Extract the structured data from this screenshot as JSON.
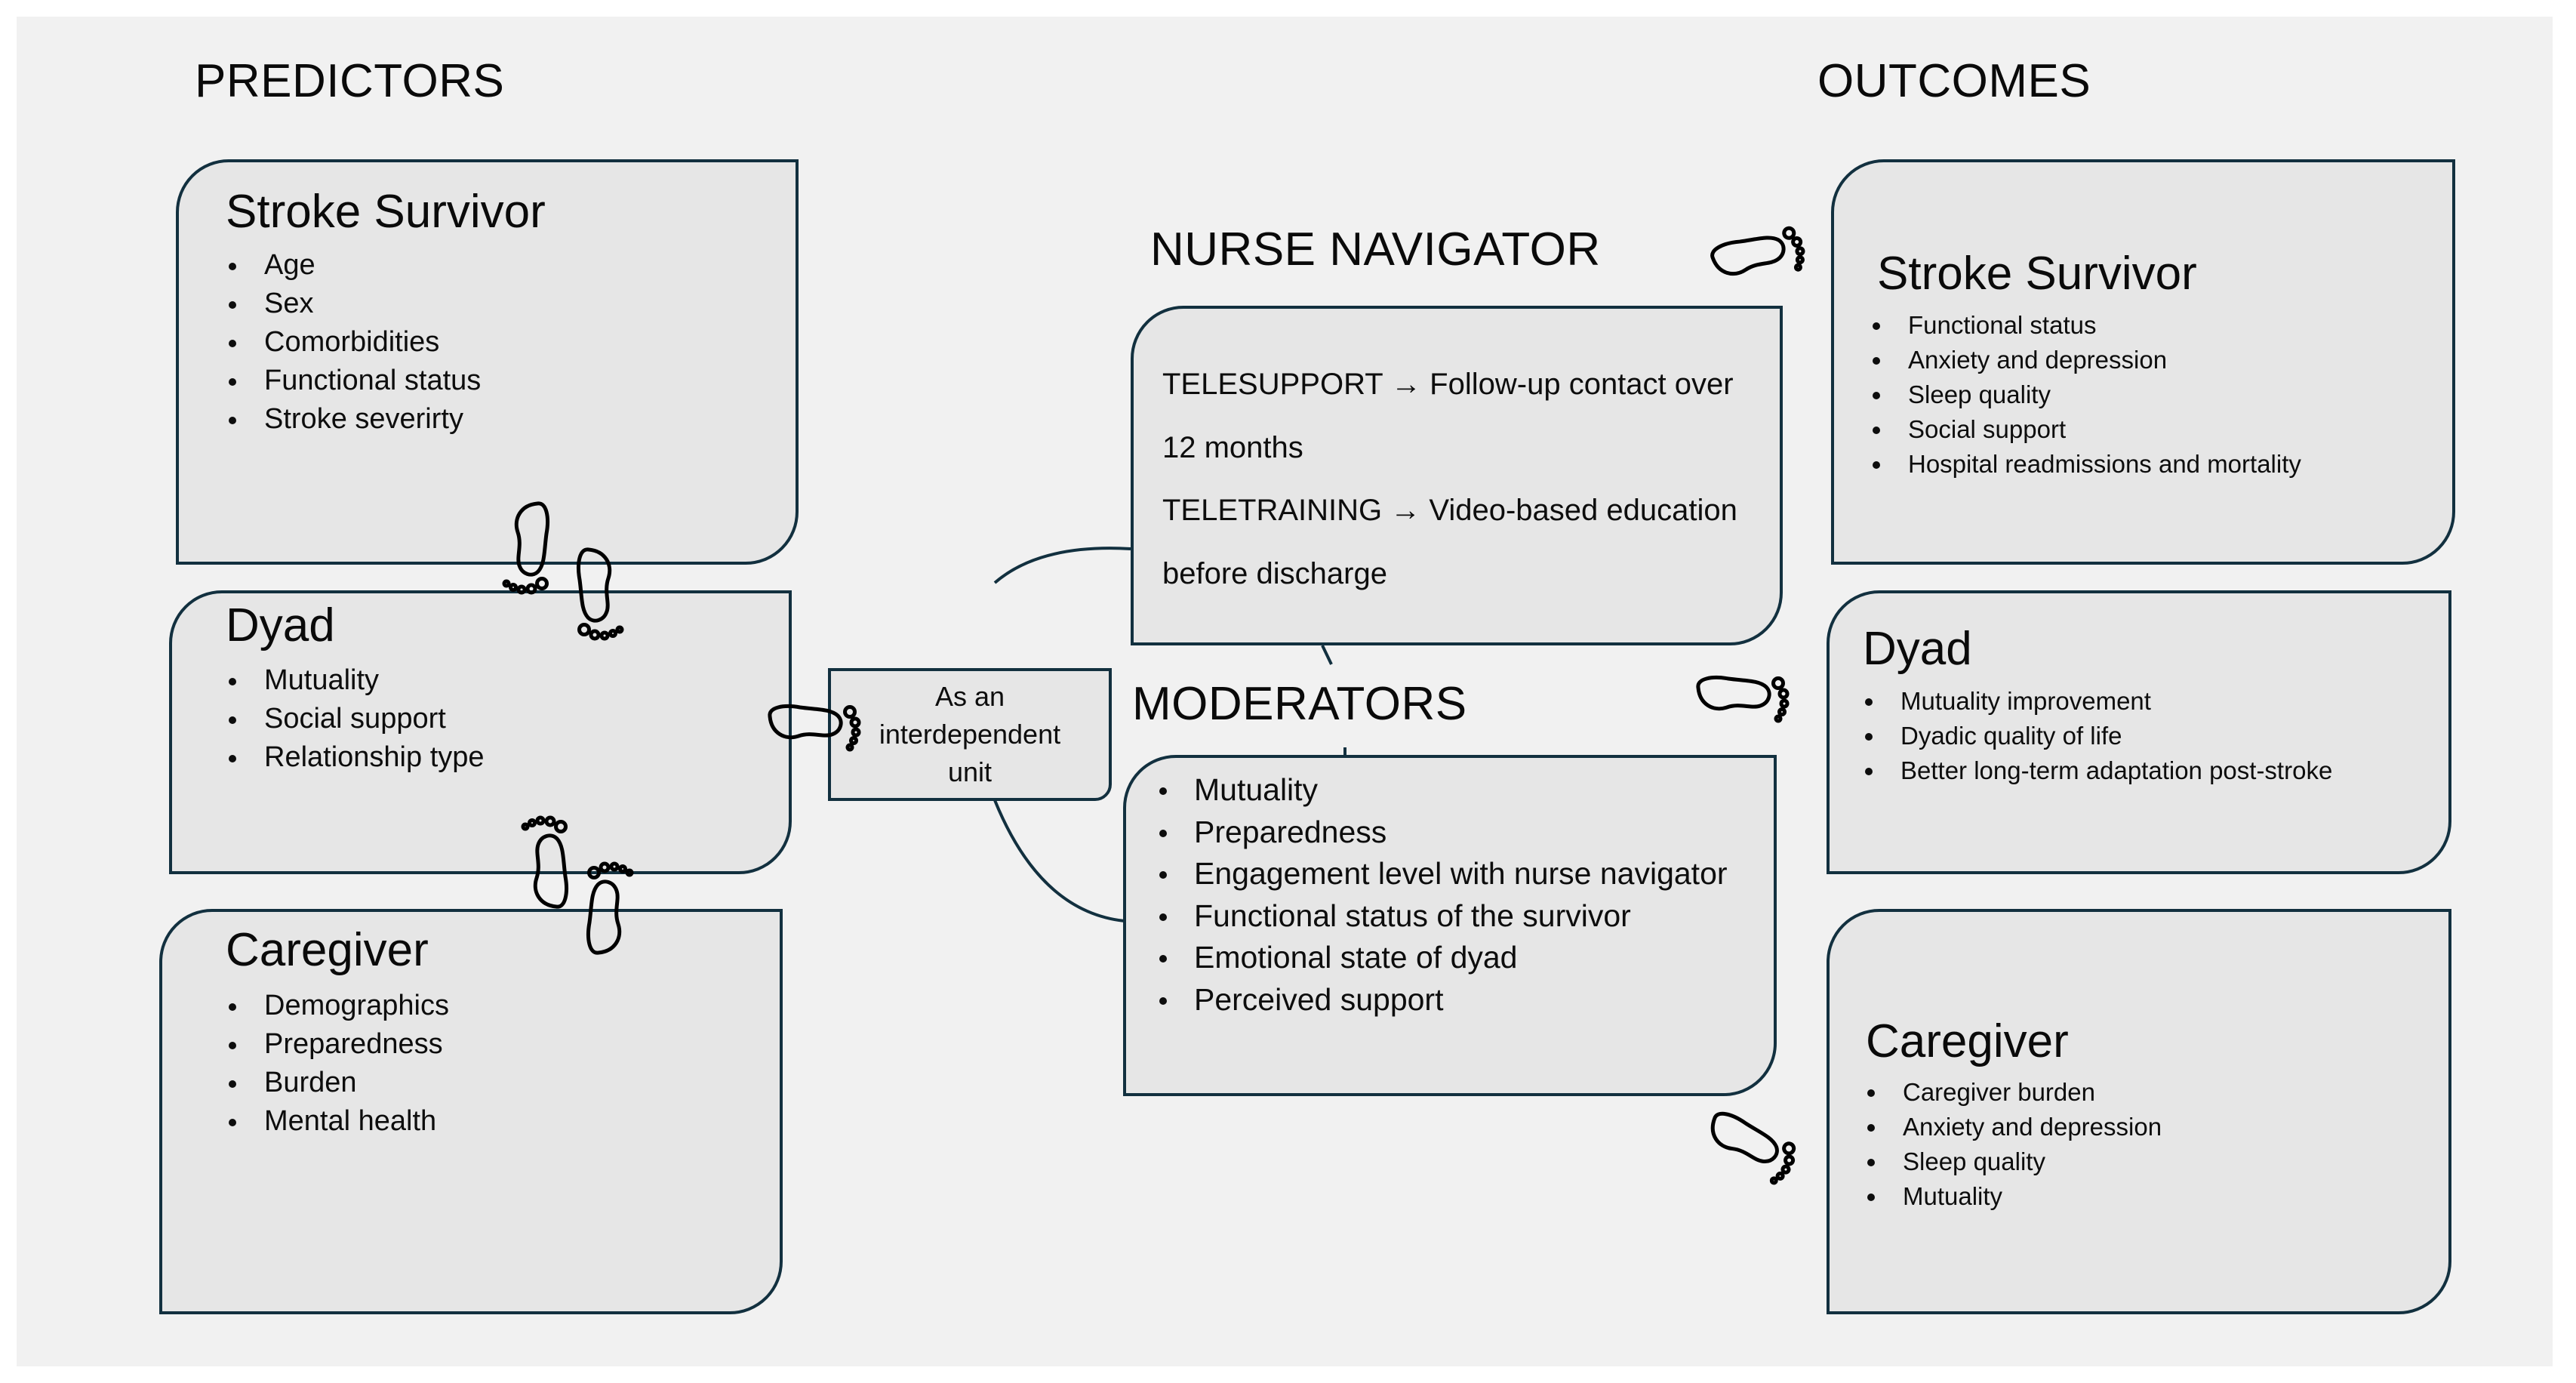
{
  "headings": {
    "predictors": "PREDICTORS",
    "outcomes": "OUTCOMES",
    "nurse_navigator": "NURSE NAVIGATOR",
    "moderators": "MODERATORS"
  },
  "predictors": {
    "stroke_survivor": {
      "title": "Stroke Survivor",
      "items": [
        "Age",
        "Sex",
        "Comorbidities",
        "Functional status",
        "Stroke severirty"
      ]
    },
    "dyad": {
      "title": "Dyad",
      "items": [
        "Mutuality",
        "Social support",
        "Relationship type"
      ]
    },
    "caregiver": {
      "title": "Caregiver",
      "items": [
        "Demographics",
        "Preparedness",
        "Burden",
        "Mental health"
      ]
    }
  },
  "center_unit": {
    "lines": [
      "As an",
      "interdependent",
      "unit"
    ]
  },
  "nurse_navigator": {
    "lines": [
      "TELESUPPORT → Follow-up contact over",
      "12 months",
      "TELETRAINING → Video-based education",
      "before discharge"
    ]
  },
  "moderators": {
    "items": [
      "Mutuality",
      "Preparedness",
      "Engagement level with nurse navigator",
      "Functional status of the survivor",
      "Emotional state of dyad",
      "Perceived support"
    ]
  },
  "outcomes": {
    "stroke_survivor": {
      "title": "Stroke Survivor",
      "items": [
        "Functional status",
        "Anxiety and depression",
        "Sleep quality",
        "Social support",
        "Hospital readmissions and mortality"
      ]
    },
    "dyad": {
      "title": "Dyad",
      "items": [
        "Mutuality improvement",
        "Dyadic quality of life",
        "Better long-term adaptation post-stroke"
      ]
    },
    "caregiver": {
      "title": "Caregiver",
      "items": [
        "Caregiver burden",
        "Anxiety and depression",
        "Sleep quality",
        "Mutuality"
      ]
    }
  },
  "colors": {
    "background": "#f1f1f1",
    "box_fill": "#e6e6e6",
    "border": "#12303f",
    "text": "#0d0d0d"
  },
  "icons": [
    "footprint-icon"
  ]
}
